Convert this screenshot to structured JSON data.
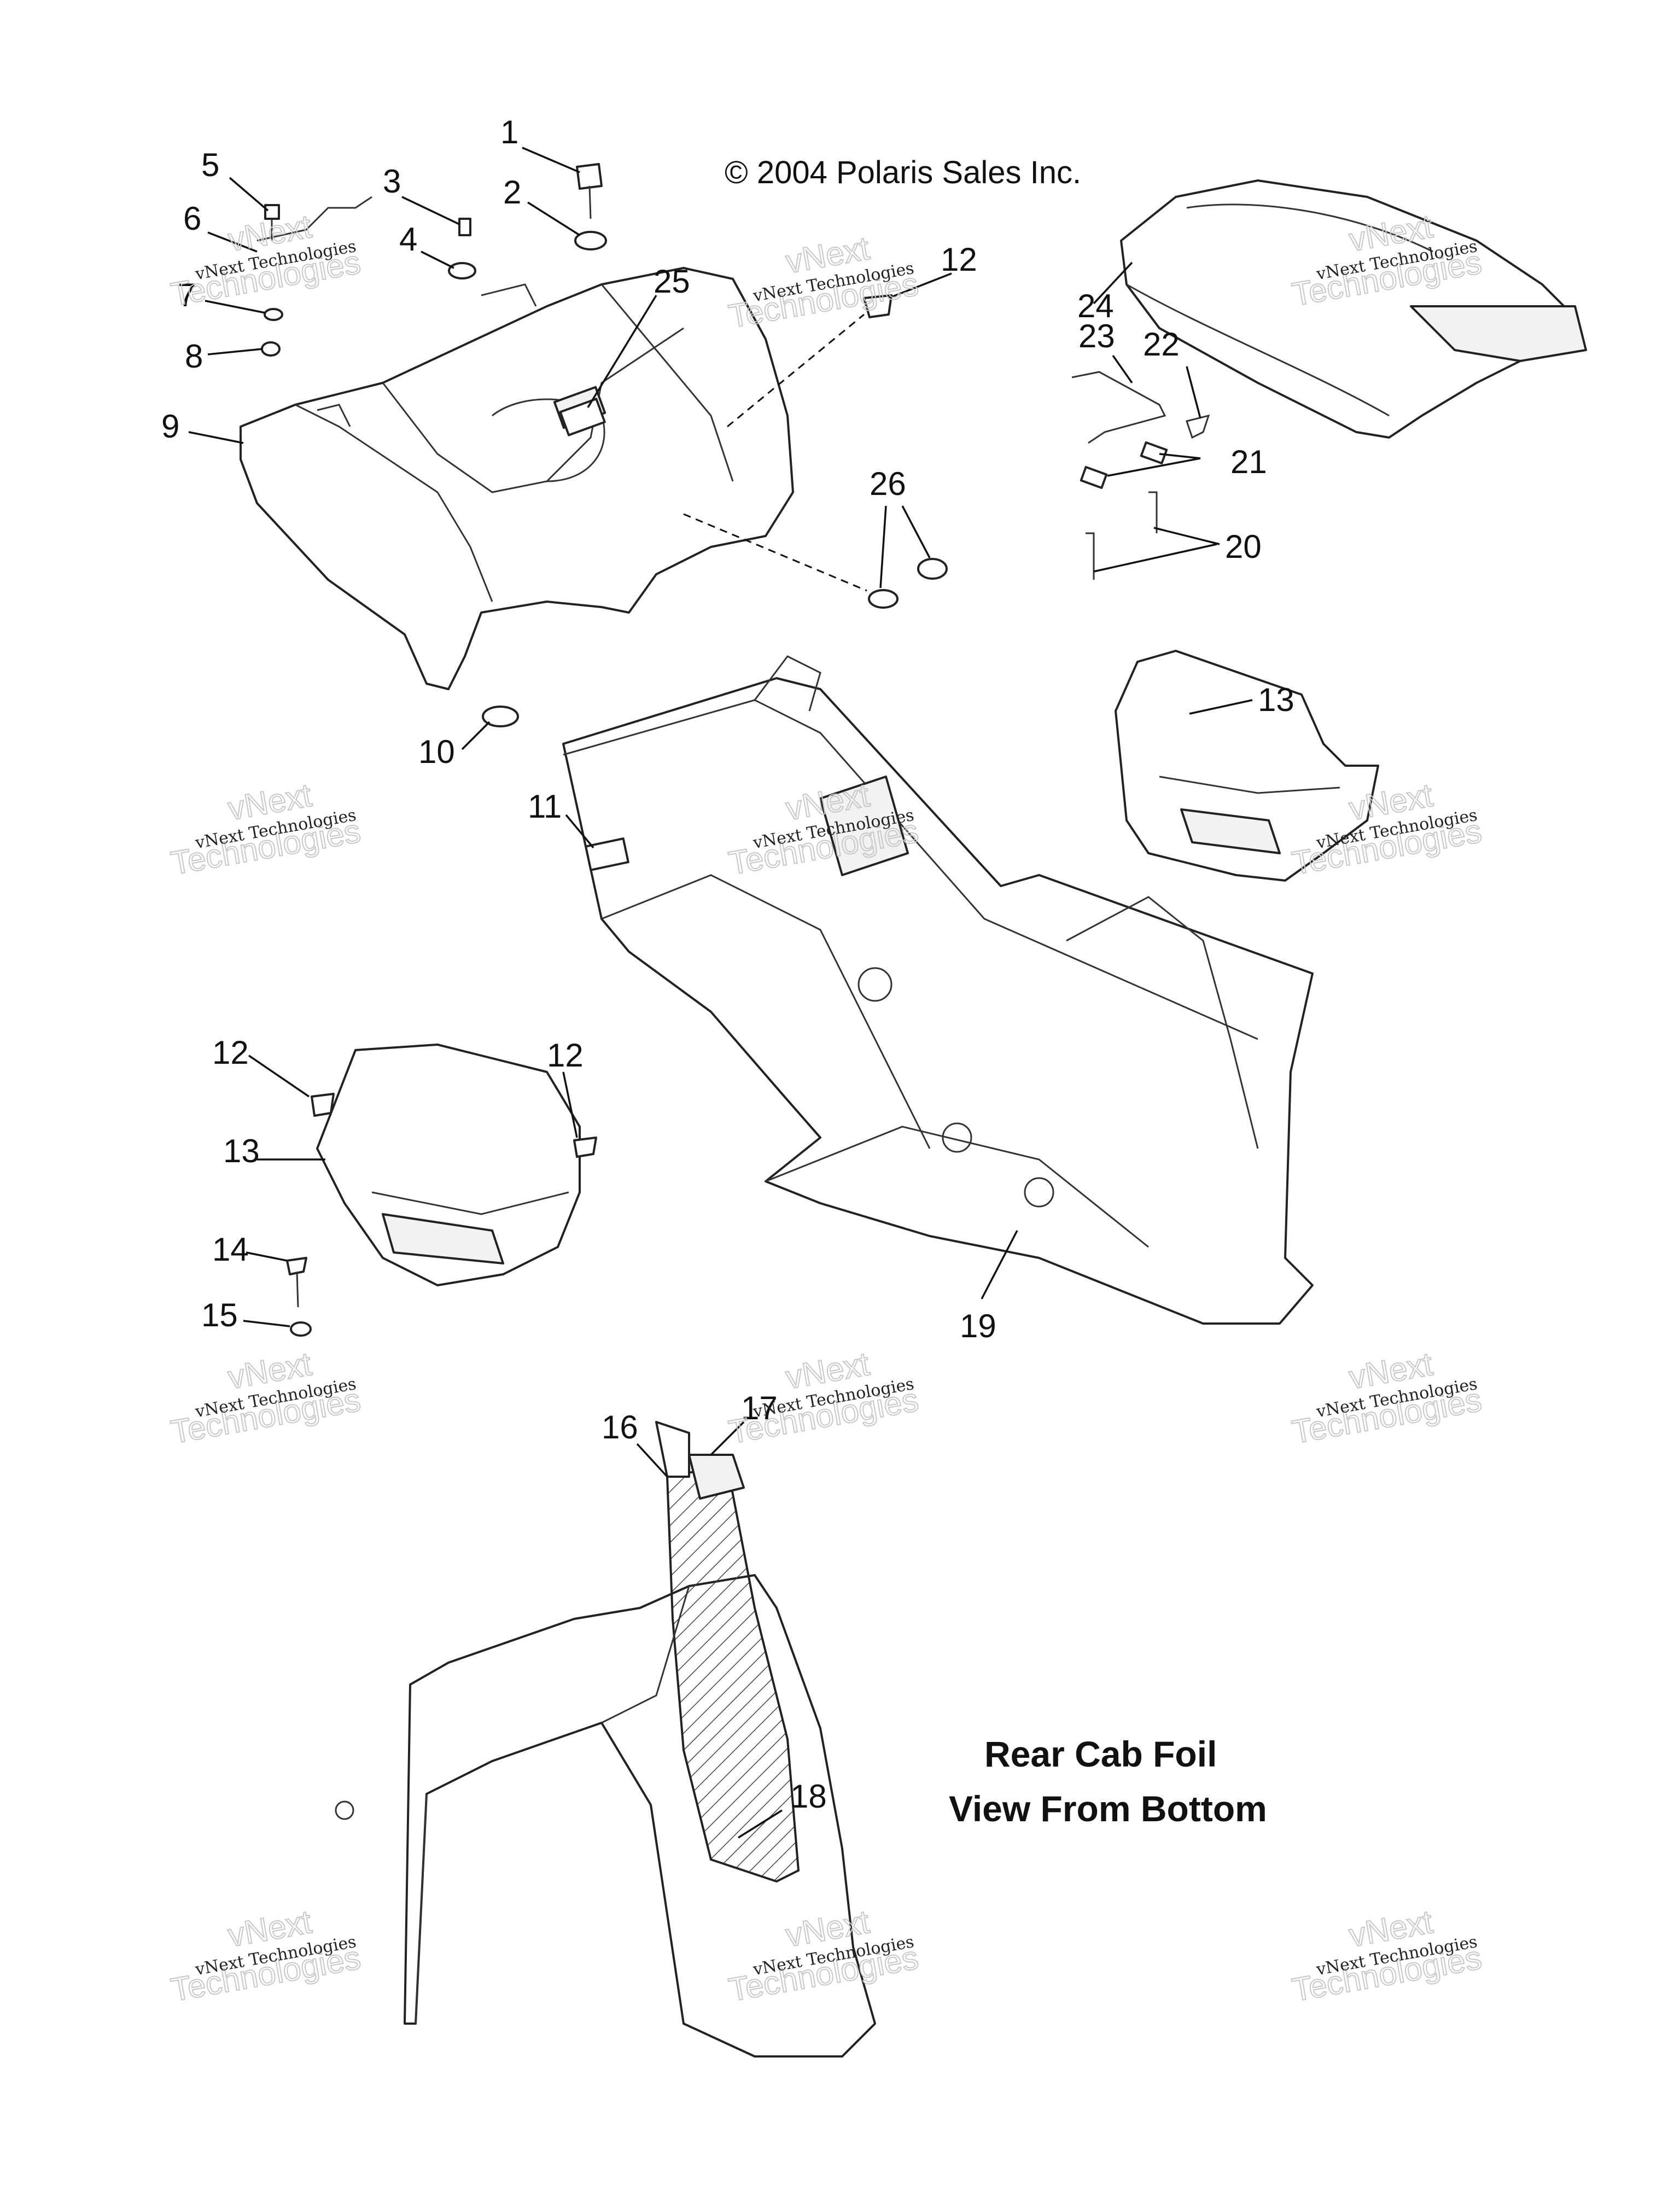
{
  "copyright": "© 2004 Polaris Sales Inc.",
  "view_title": {
    "line1": "Rear Cab Foil",
    "line2": "View From Bottom"
  },
  "callouts": [
    "1",
    "2",
    "3",
    "4",
    "5",
    "6",
    "7",
    "8",
    "9",
    "10",
    "11",
    "12",
    "12",
    "12",
    "13",
    "13",
    "14",
    "15",
    "16",
    "17",
    "18",
    "19",
    "20",
    "21",
    "22",
    "23",
    "24",
    "25",
    "26"
  ],
  "watermark": {
    "small": "vNext Technologies",
    "big_line1": "vNext",
    "big_line2": "Technologies"
  }
}
